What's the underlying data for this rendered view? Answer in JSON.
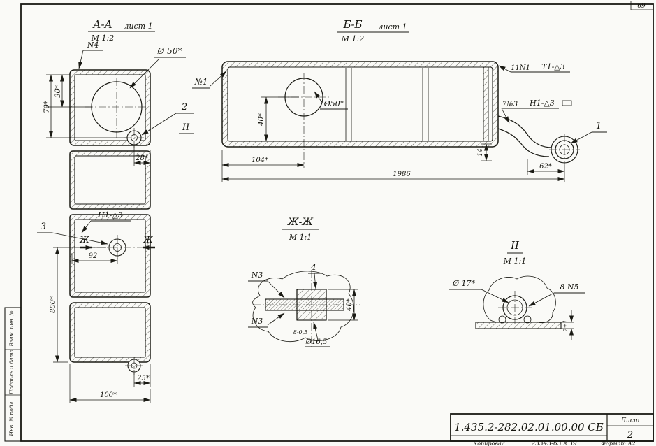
{
  "sheet": {
    "corner_number": "69",
    "stamp_vertical": {
      "inv_podl": "Инв. № подл.",
      "podpis_data": "Подпись и дата",
      "vzam_inv": "Взам. инв. №"
    },
    "title_block": {
      "doc_number": "1.435.2-282.02.01.00.00 СБ",
      "sheet_label": "Лист",
      "sheet_number": "2",
      "copied_label": "Копировал",
      "note": "23343-63 з 39",
      "format_label": "Формат А2"
    }
  },
  "views": {
    "aa": {
      "title": "А-А",
      "sheet_ref": "лист 1",
      "scale": "М 1:2",
      "label_n4": "N4",
      "dia50": "Ø 50*",
      "dim30": "30*",
      "dim70": "70*",
      "callout2": "2",
      "detail_ref": "II",
      "dim28": "28*",
      "weld": "Н1-△3",
      "section_letter_left": "Ж",
      "section_letter_right": "Ж",
      "callout3": "3",
      "dim92": "92",
      "dim800": "800*",
      "dim25": "25*",
      "dim100": "100*"
    },
    "bb": {
      "title": "Б-Б",
      "sheet_ref": "лист 1",
      "scale": "М 1:2",
      "label_no1": "№1",
      "dia50": "Ø50*",
      "dim40": "40*",
      "dim104": "104*",
      "dim1986": "1986",
      "dim62": "62*",
      "dim14": "14",
      "label_11n1": "11N1",
      "weld_t1": "Т1-△3",
      "label_7n3": "7№3",
      "weld_h1": "Н1-△3",
      "callout1": "1"
    },
    "zhzh": {
      "title": "Ж-Ж",
      "scale": "М 1:1",
      "label_n3_top": "N3",
      "label_n3_bottom": "N3",
      "callout4": "4",
      "dim40": "40*",
      "dim8": "8-0,5",
      "dia165": "Ø16,5"
    },
    "ii": {
      "title": "II",
      "scale": "М 1:1",
      "dia17": "Ø 17*",
      "label_8n5": "8 N5",
      "dim2": "2±1"
    }
  }
}
